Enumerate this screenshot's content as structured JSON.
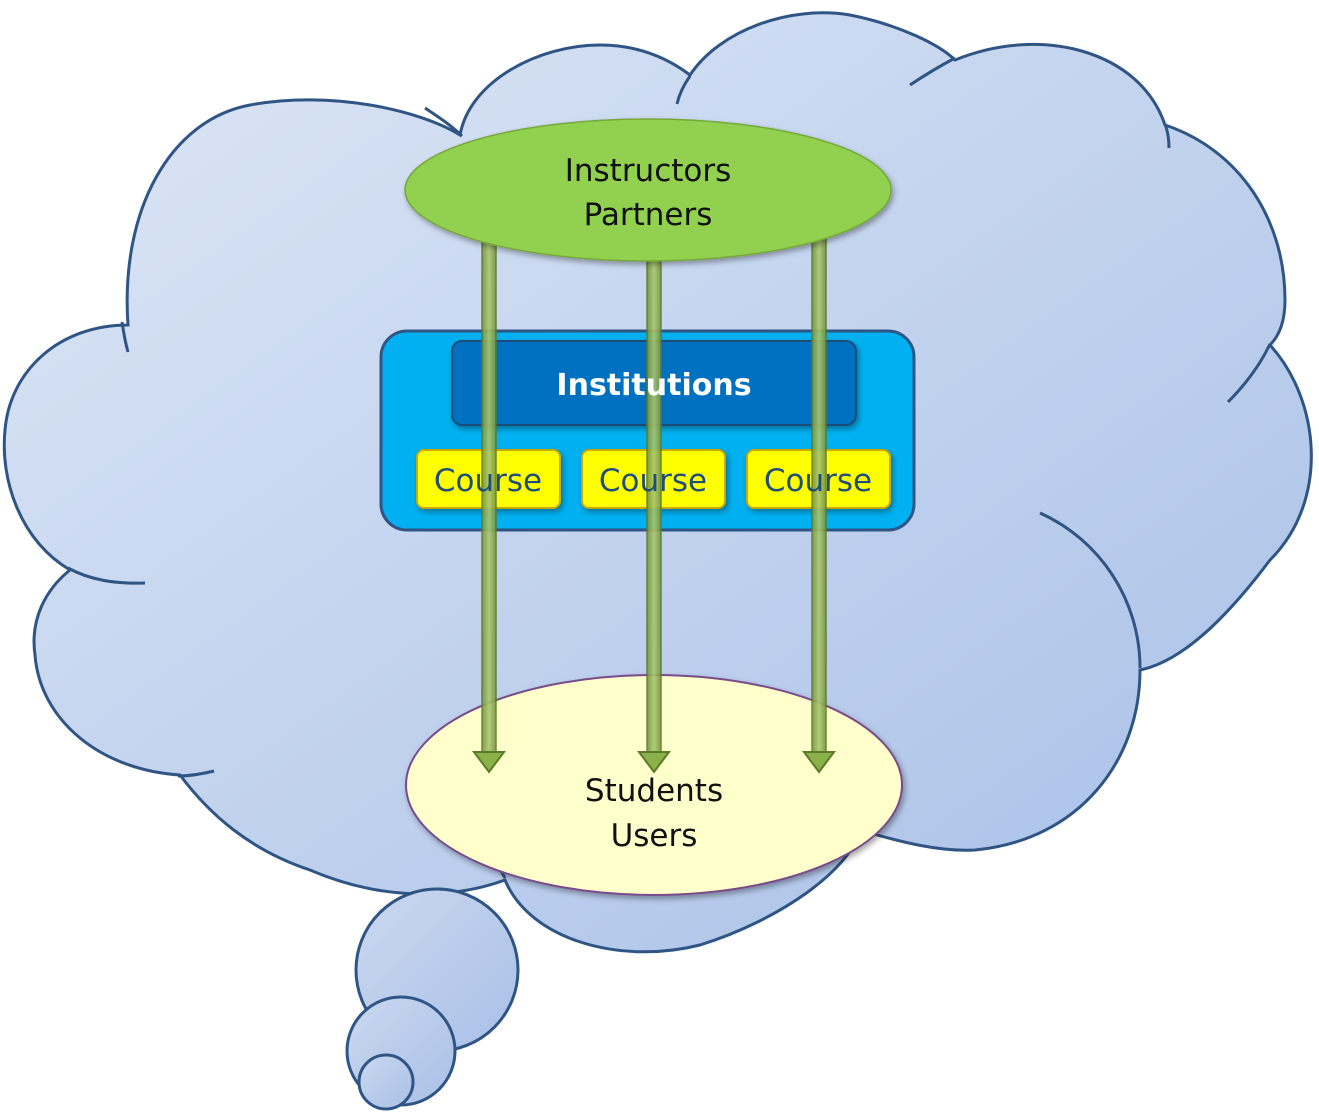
{
  "top_node": {
    "line1": "Instructors",
    "line2": "Partners"
  },
  "institutions": {
    "label": "Institutions"
  },
  "courses": [
    {
      "label": "Course"
    },
    {
      "label": "Course"
    },
    {
      "label": "Course"
    }
  ],
  "bottom_node": {
    "line1": "Students",
    "line2": "Users"
  },
  "colors": {
    "cloud_fill_light": "#dde6f5",
    "cloud_fill_dark": "#a9c0e7",
    "cloud_stroke": "#2f5585",
    "top_node_fill": "#92d050",
    "container_fill": "#00b0f0",
    "institutions_fill": "#0070c0",
    "course_fill": "#ffff00",
    "bottom_node_fill": "#ffffcc",
    "arrow_fill": "#9bbb59"
  }
}
